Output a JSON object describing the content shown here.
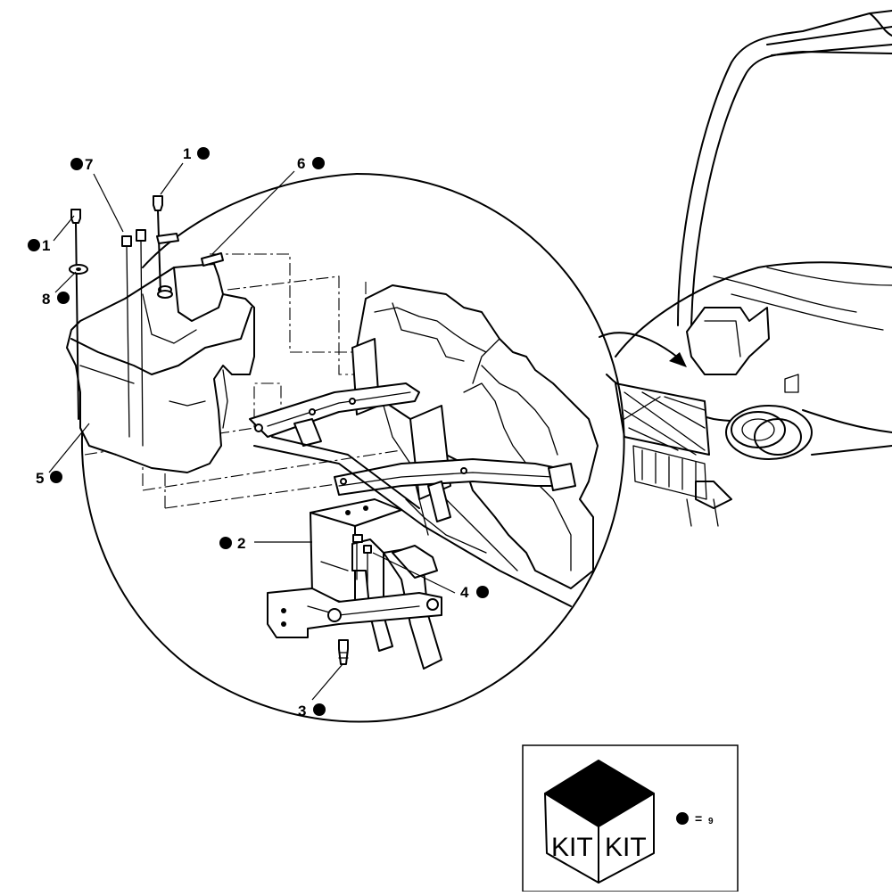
{
  "callouts": [
    {
      "label": "1",
      "bullet_side": "right"
    },
    {
      "label": "7",
      "bullet_side": "left"
    },
    {
      "label": "6",
      "bullet_side": "right"
    },
    {
      "label": "1",
      "bullet_side": "left"
    },
    {
      "label": "8",
      "bullet_side": "right"
    },
    {
      "label": "5",
      "bullet_side": "right"
    },
    {
      "label": "2",
      "bullet_side": "left"
    },
    {
      "label": "4",
      "bullet_side": "right"
    },
    {
      "label": "3",
      "bullet_side": "right"
    }
  ],
  "kit_legend": {
    "face_left": "KIT",
    "face_right": "KIT",
    "equals": "=",
    "number": "9"
  },
  "colors": {
    "ink": "#000000",
    "paper": "#ffffff"
  }
}
